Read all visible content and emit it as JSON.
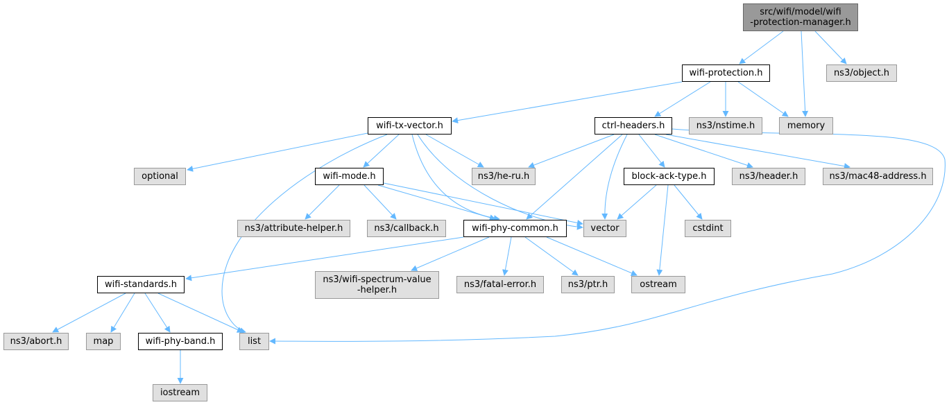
{
  "colors": {
    "edge": "#63b8ff",
    "root_fill": "#999999",
    "root_border": "#666666",
    "local_fill": "#ffffff",
    "local_border": "#000000",
    "external_fill": "#e0e0e0",
    "external_border": "#999999"
  },
  "nodes": {
    "root": {
      "line1": "src/wifi/model/wifi",
      "line2": "-protection-manager.h"
    },
    "wifi_protection": {
      "label": "wifi-protection.h"
    },
    "object": {
      "label": "ns3/object.h"
    },
    "wifi_tx_vector": {
      "label": "wifi-tx-vector.h"
    },
    "ctrl_headers": {
      "label": "ctrl-headers.h"
    },
    "nstime": {
      "label": "ns3/nstime.h"
    },
    "memory": {
      "label": "memory"
    },
    "optional": {
      "label": "optional"
    },
    "wifi_mode": {
      "label": "wifi-mode.h"
    },
    "he_ru": {
      "label": "ns3/he-ru.h"
    },
    "block_ack_type": {
      "label": "block-ack-type.h"
    },
    "header": {
      "label": "ns3/header.h"
    },
    "mac48": {
      "label": "ns3/mac48-address.h"
    },
    "attribute_helper": {
      "label": "ns3/attribute-helper.h"
    },
    "callback": {
      "label": "ns3/callback.h"
    },
    "wifi_phy_common": {
      "label": "wifi-phy-common.h"
    },
    "vector": {
      "label": "vector"
    },
    "cstdint": {
      "label": "cstdint"
    },
    "wifi_standards": {
      "label": "wifi-standards.h"
    },
    "spectrum": {
      "line1": "ns3/wifi-spectrum-value",
      "line2": "-helper.h"
    },
    "fatal_error": {
      "label": "ns3/fatal-error.h"
    },
    "ptr": {
      "label": "ns3/ptr.h"
    },
    "ostream": {
      "label": "ostream"
    },
    "abort": {
      "label": "ns3/abort.h"
    },
    "map": {
      "label": "map"
    },
    "wifi_phy_band": {
      "label": "wifi-phy-band.h"
    },
    "list": {
      "label": "list"
    },
    "iostream": {
      "label": "iostream"
    }
  }
}
